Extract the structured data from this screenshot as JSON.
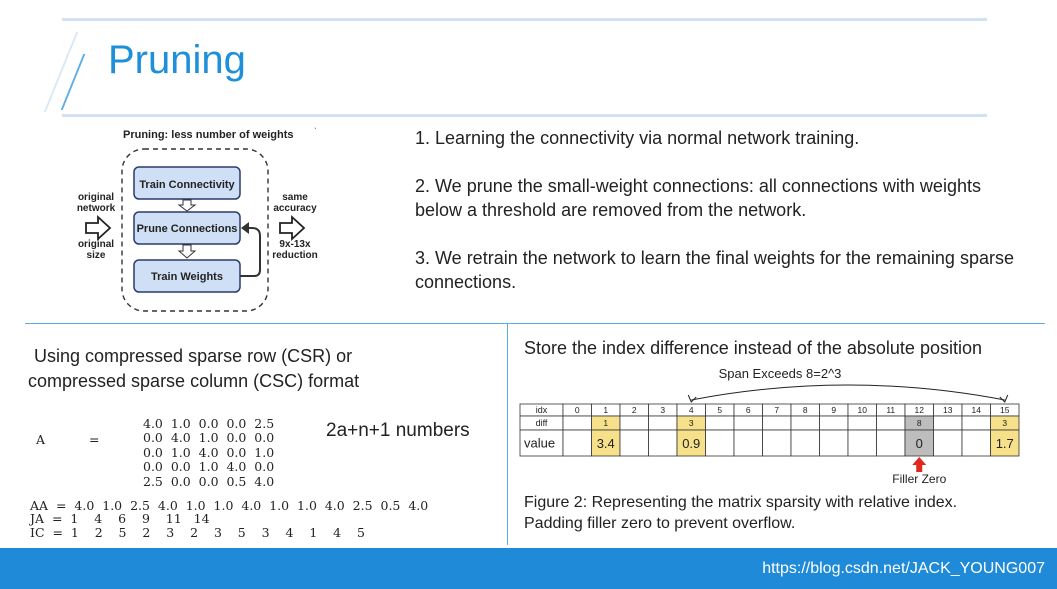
{
  "slide": {
    "title": "Pruning"
  },
  "diagram": {
    "heading": "Pruning: less number of weights",
    "left_label_top": [
      "original",
      "network"
    ],
    "left_label_bottom": [
      "original",
      "size"
    ],
    "right_label_top": [
      "same",
      "accuracy"
    ],
    "right_label_bottom": [
      "9x-13x",
      "reduction"
    ],
    "box1": "Train Connectivity",
    "box2": "Prune Connections",
    "box3": "Train Weights",
    "mark": "ˎ"
  },
  "steps": [
    "1. Learning the connectivity via normal network training.",
    "2. We prune the small-weight connections: all connections with weights below a threshold are removed from the network.",
    "3. We retrain the network to learn the final weights for the remaining sparse connections."
  ],
  "csr": {
    "title_line1": "Using compressed sparse row (CSR) or",
    "title_line2": "compressed sparse column (CSC) format",
    "matrix_name": "A",
    "equals": "=",
    "matrix_rows": [
      "4.0  1.0  0.0  0.0  2.5",
      "0.0  4.0  1.0  0.0  0.0",
      "0.0  1.0  4.0  0.0  1.0",
      "0.0  0.0  1.0  4.0  0.0",
      "2.5  0.0  0.0  0.5  4.0"
    ],
    "count_label": "2a+n+1 numbers",
    "arrays": [
      "AA  =  4.0  1.0  2.5  4.0  1.0  1.0  4.0  1.0  1.0  4.0  2.5  0.5  4.0",
      "JA  =  1    4    6    9    11   14",
      "IC  =  1    2    5    2    3    2    3    5    3    4    1    4    5"
    ]
  },
  "index_diff": {
    "title": "Store the index difference instead of the absolute position",
    "span_label": "Span Exceeds 8=2^3",
    "row_labels": [
      "idx",
      "diff",
      "value"
    ],
    "indices": [
      "0",
      "1",
      "2",
      "3",
      "4",
      "5",
      "6",
      "7",
      "8",
      "9",
      "10",
      "11",
      "12",
      "13",
      "14",
      "15"
    ],
    "diff": {
      "1": "1",
      "4": "3",
      "12": "8",
      "15": "3"
    },
    "values": {
      "1": "3.4",
      "4": "0.9",
      "12": "0",
      "15": "1.7"
    },
    "filler_label": "Filler Zero",
    "caption_line1": "Figure 2: Representing the matrix sparsity with relative index.",
    "caption_line2": "Padding filler zero to prevent overflow.",
    "colors": {
      "highlight": "#f7e08a",
      "filler": "#bdbdbd",
      "arrow": "#e0281e"
    }
  },
  "watermark": "https://blog.csdn.net/JACK_YOUNG007"
}
